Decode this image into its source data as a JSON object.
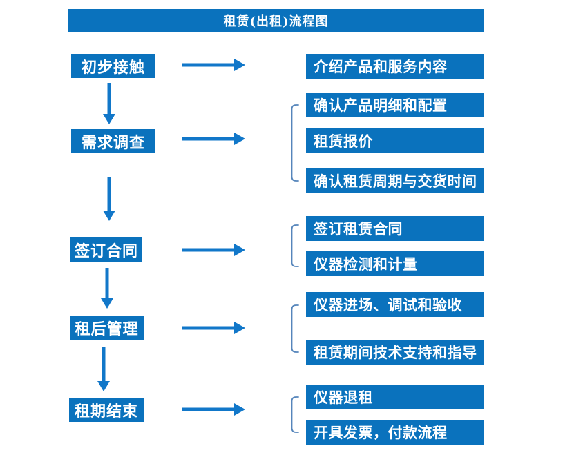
{
  "title": "租赁(出租)流程图",
  "colors": {
    "background": "#ffffff",
    "box": "#0a72bd",
    "arrow": "#1177c9",
    "bracket": "#5585bb",
    "text": "#ffffff"
  },
  "left_steps": [
    {
      "label": "初步接触"
    },
    {
      "label": "需求调查"
    },
    {
      "label": "签订合同"
    },
    {
      "label": "租后管理"
    },
    {
      "label": "租期结束"
    }
  ],
  "right_steps": [
    {
      "label": "介绍产品和服务内容"
    },
    {
      "label": "确认产品明细和配置"
    },
    {
      "label": "租赁报价"
    },
    {
      "label": "确认租赁周期与交货时间"
    },
    {
      "label": "签订租赁合同"
    },
    {
      "label": "仪器检测和计量"
    },
    {
      "label": "仪器进场、调试和验收"
    },
    {
      "label": "租赁期间技术支持和指导"
    },
    {
      "label": "仪器退租"
    },
    {
      "label": "开具发票，付款流程"
    }
  ]
}
